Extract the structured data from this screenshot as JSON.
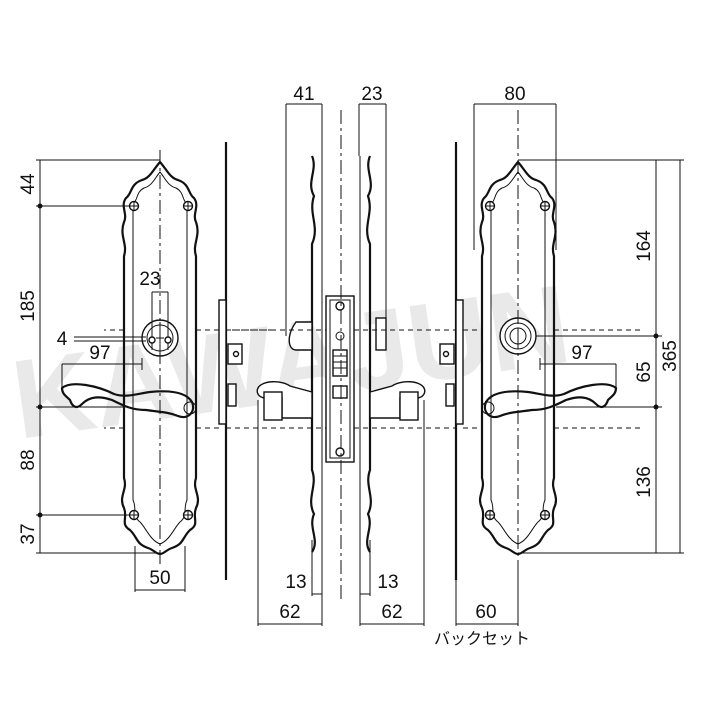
{
  "watermark": "KAWAJUN",
  "caption": "バックセット",
  "dimensions": {
    "left_44": "44",
    "left_185": "185",
    "left_88": "88",
    "left_37": "37",
    "left_23": "23",
    "left_4": "4",
    "left_97": "97",
    "left_50": "50",
    "mid_41": "41",
    "mid_23": "23",
    "mid_13_left": "13",
    "mid_13_right": "13",
    "mid_62_left": "62",
    "mid_62_right": "62",
    "right_80": "80",
    "right_164": "164",
    "right_365": "365",
    "right_97": "97",
    "right_65": "65",
    "right_136": "136",
    "right_60": "60"
  }
}
